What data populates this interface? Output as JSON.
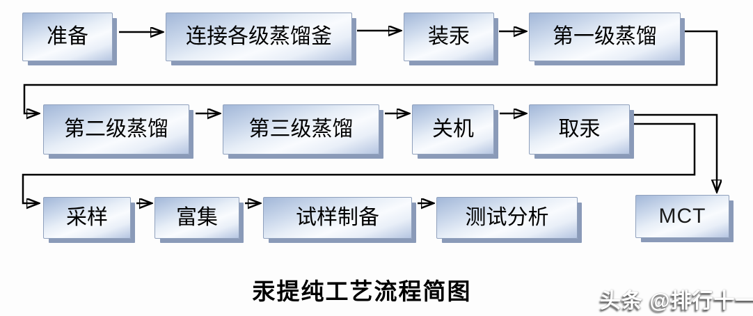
{
  "title": "汞提纯工艺流程简图",
  "watermark": "头条 @排行十一",
  "colors": {
    "background": "#fdfdfd",
    "node_fill_top": "#a2b7d8",
    "node_fill_light": "#f9fbfe",
    "node_fill_bottom": "#b5c5e1",
    "node_border": "#8fa0bc",
    "node_shadow": "#8a9ab8",
    "connector": "#000000",
    "title_color": "#000000",
    "watermark_color": "#ffffff"
  },
  "flow": {
    "nodes": [
      {
        "id": "prepare",
        "label": "准备"
      },
      {
        "id": "connect-stills",
        "label": "连接各级蒸馏釜"
      },
      {
        "id": "load-mercury",
        "label": "装汞"
      },
      {
        "id": "first-stage-distillation",
        "label": "第一级蒸馏"
      },
      {
        "id": "second-stage-distillation",
        "label": "第二级蒸馏"
      },
      {
        "id": "third-stage-distillation",
        "label": "第三级蒸馏"
      },
      {
        "id": "shutdown",
        "label": "关机"
      },
      {
        "id": "collect-mercury",
        "label": "取汞"
      },
      {
        "id": "sampling",
        "label": "采样"
      },
      {
        "id": "enrichment",
        "label": "富集"
      },
      {
        "id": "sample-preparation",
        "label": "试样制备"
      },
      {
        "id": "test-analysis",
        "label": "测试分析"
      },
      {
        "id": "mct",
        "label": "MCT"
      }
    ],
    "edges": [
      {
        "from": "准备",
        "to": "连接各级蒸馏釜"
      },
      {
        "from": "连接各级蒸馏釜",
        "to": "装汞"
      },
      {
        "from": "装汞",
        "to": "第一级蒸馏"
      },
      {
        "from": "第一级蒸馏",
        "to": "第二级蒸馏"
      },
      {
        "from": "第二级蒸馏",
        "to": "第三级蒸馏"
      },
      {
        "from": "第三级蒸馏",
        "to": "关机"
      },
      {
        "from": "关机",
        "to": "取汞"
      },
      {
        "from": "取汞",
        "to": "MCT"
      },
      {
        "from": "取汞",
        "to": "采样"
      },
      {
        "from": "采样",
        "to": "富集"
      },
      {
        "from": "富集",
        "to": "试样制备"
      },
      {
        "from": "试样制备",
        "to": "测试分析"
      }
    ]
  }
}
